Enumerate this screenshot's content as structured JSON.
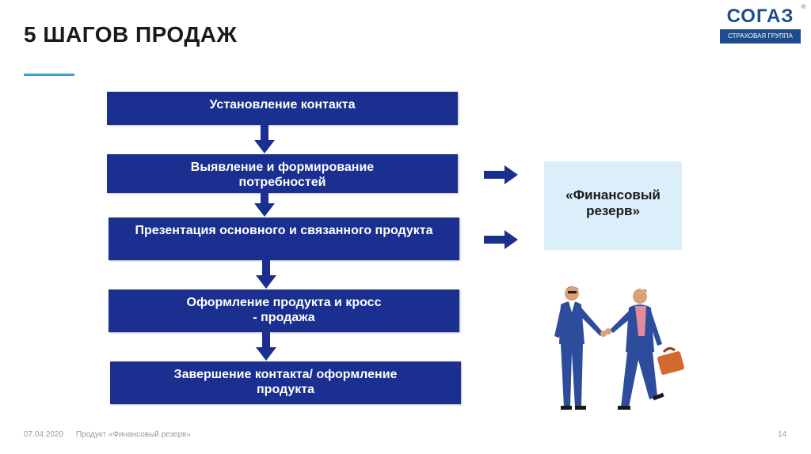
{
  "header": {
    "title": "5 ШАГОВ ПРОДАЖ",
    "logo_main": "СОГАЗ",
    "logo_reg": "®",
    "logo_sub": "СТРАХОВАЯ ГРУППА"
  },
  "steps": [
    "Установление контакта",
    "Выявление и формирование потребностей",
    "Презентация основного и связанного продукта",
    "Оформление продукта и кросс - продажа",
    "Завершение контакта/ оформление продукта"
  ],
  "side_box": {
    "label": "«Финансовый резерв»"
  },
  "footer": {
    "date": "07.04.2020",
    "text": "Продукт «Финансовый резерв»",
    "page": "14"
  },
  "colors": {
    "step_bg": "#1a2f8f",
    "accent_line": "#3aa0d8",
    "side_box_bg": "#dbeefa",
    "logo": "#1f4c8c"
  }
}
